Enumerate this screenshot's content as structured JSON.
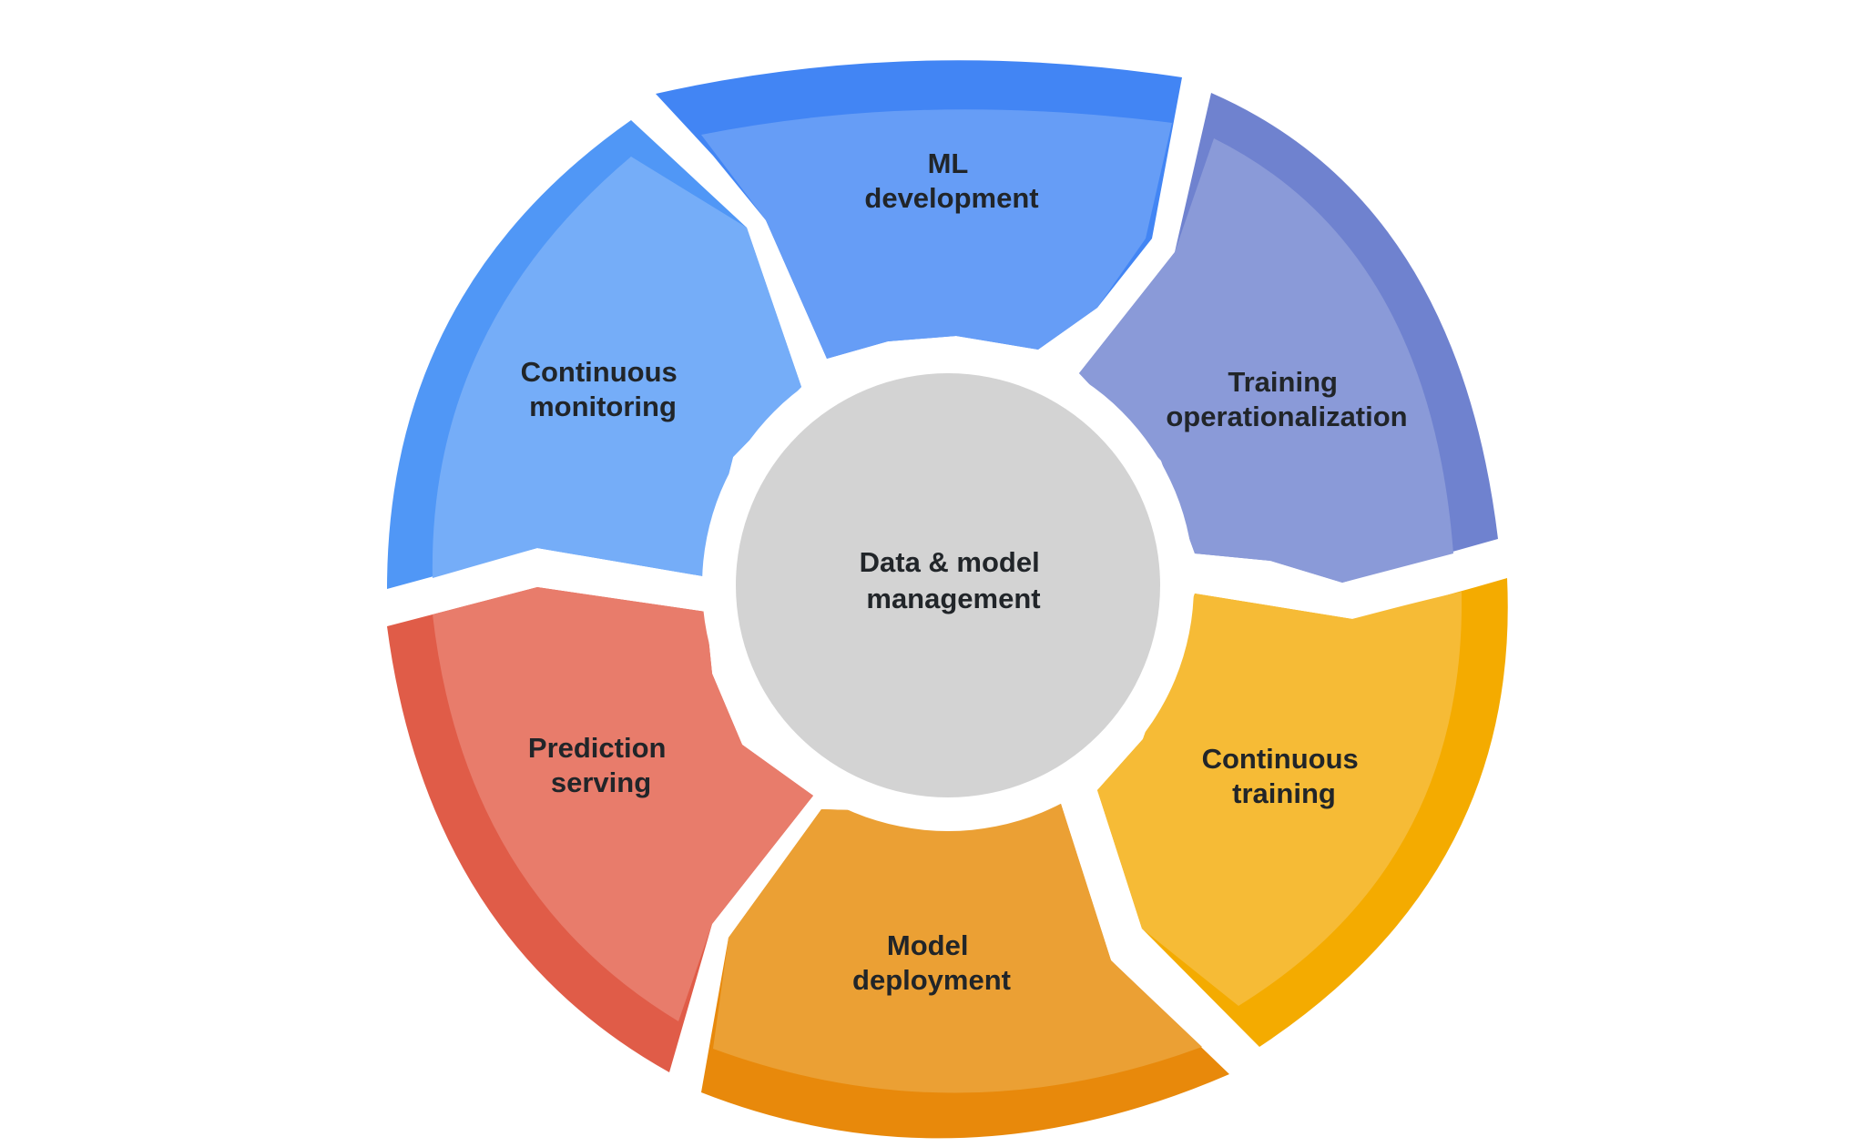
{
  "diagram": {
    "center": {
      "lines": [
        "Data & model",
        "management"
      ],
      "color": "#d3d3d3"
    },
    "segments": [
      {
        "id": "ml-development",
        "lines": [
          "ML",
          "development"
        ],
        "outer_color": "#4285f4",
        "inner_color": "#669df6"
      },
      {
        "id": "training-operationalization",
        "lines": [
          "Training",
          "operationalization"
        ],
        "outer_color": "#6f82cf",
        "inner_color": "#8a9ad8"
      },
      {
        "id": "continuous-training",
        "lines": [
          "Continuous",
          "training"
        ],
        "outer_color": "#f4ab00",
        "inner_color": "#f6bb36"
      },
      {
        "id": "model-deployment",
        "lines": [
          "Model",
          "deployment"
        ],
        "outer_color": "#e8890b",
        "inner_color": "#eba034"
      },
      {
        "id": "prediction-serving",
        "lines": [
          "Prediction",
          "serving"
        ],
        "outer_color": "#e05c48",
        "inner_color": "#e87c6b"
      },
      {
        "id": "continuous-monitoring",
        "lines": [
          "Continuous",
          "monitoring"
        ],
        "outer_color": "#5097f6",
        "inner_color": "#75adf8"
      }
    ]
  }
}
